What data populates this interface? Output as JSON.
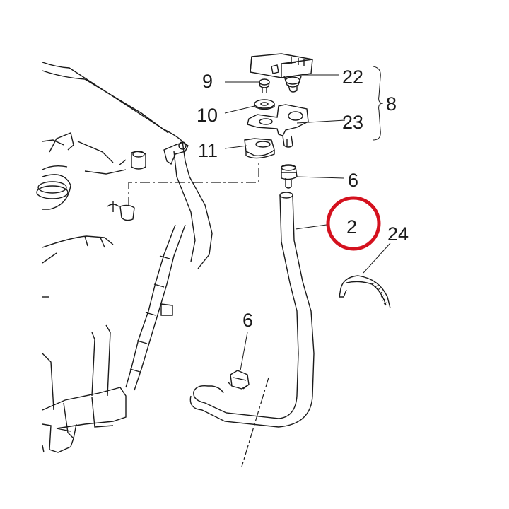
{
  "callouts": {
    "c9": "9",
    "c10": "10",
    "c11": "11",
    "c22": "22",
    "c23": "23",
    "c8": "8",
    "c6_top": "6",
    "c2": "2",
    "c24": "24",
    "c6_bottom": "6"
  },
  "highlight": {
    "target": "2",
    "color": "#d4111e"
  }
}
